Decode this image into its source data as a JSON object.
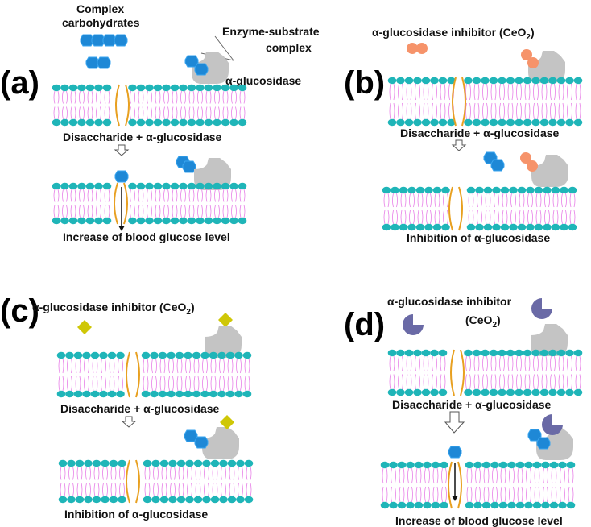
{
  "panels": {
    "a": {
      "label": "(a)",
      "complex_carbohydrates_line1": "Complex",
      "complex_carbohydrates_line2": "carbohydrates",
      "enzyme_substrate_line1": "Enzyme-substrate",
      "enzyme_substrate_line2": "complex",
      "enzyme_label": "α-glucosidase",
      "caption_top": "Disaccharide + α-glucosidase",
      "caption_bottom": "Increase of blood glucose level"
    },
    "b": {
      "label": "(b)",
      "inhibitor_label": "α-glucosidase inhibitor (CeO",
      "inhibitor_sub": "2",
      "inhibitor_close": ")",
      "caption_top": "Disaccharide + α-glucosidase",
      "caption_bottom": "Inhibition of α-glucosidase"
    },
    "c": {
      "label": "(c)",
      "inhibitor_label": "α-glucosidase inhibitor (CeO",
      "inhibitor_sub": "2",
      "inhibitor_close": ")",
      "caption_top": "Disaccharide + α-glucosidase",
      "caption_bottom": "Inhibition of α-glucosidase"
    },
    "d": {
      "label": "(d)",
      "inhibitor_label": "α-glucosidase inhibitor",
      "inhibitor_label_line2": "(CeO",
      "inhibitor_sub": "2",
      "inhibitor_close": ")",
      "caption_top": "Disaccharide + α-glucosidase",
      "caption_bottom": "Increase of blood glucose level"
    }
  },
  "colors": {
    "lipid_head": "#1fb5b8",
    "lipid_tail": "#e77fe7",
    "channel": "#e8a020",
    "glucose": "#1e88d6",
    "enzyme": "#c4c4c4",
    "inhibitor_b": "#f6936a",
    "inhibitor_c": "#cfc707",
    "inhibitor_d": "#6a6aa6"
  }
}
